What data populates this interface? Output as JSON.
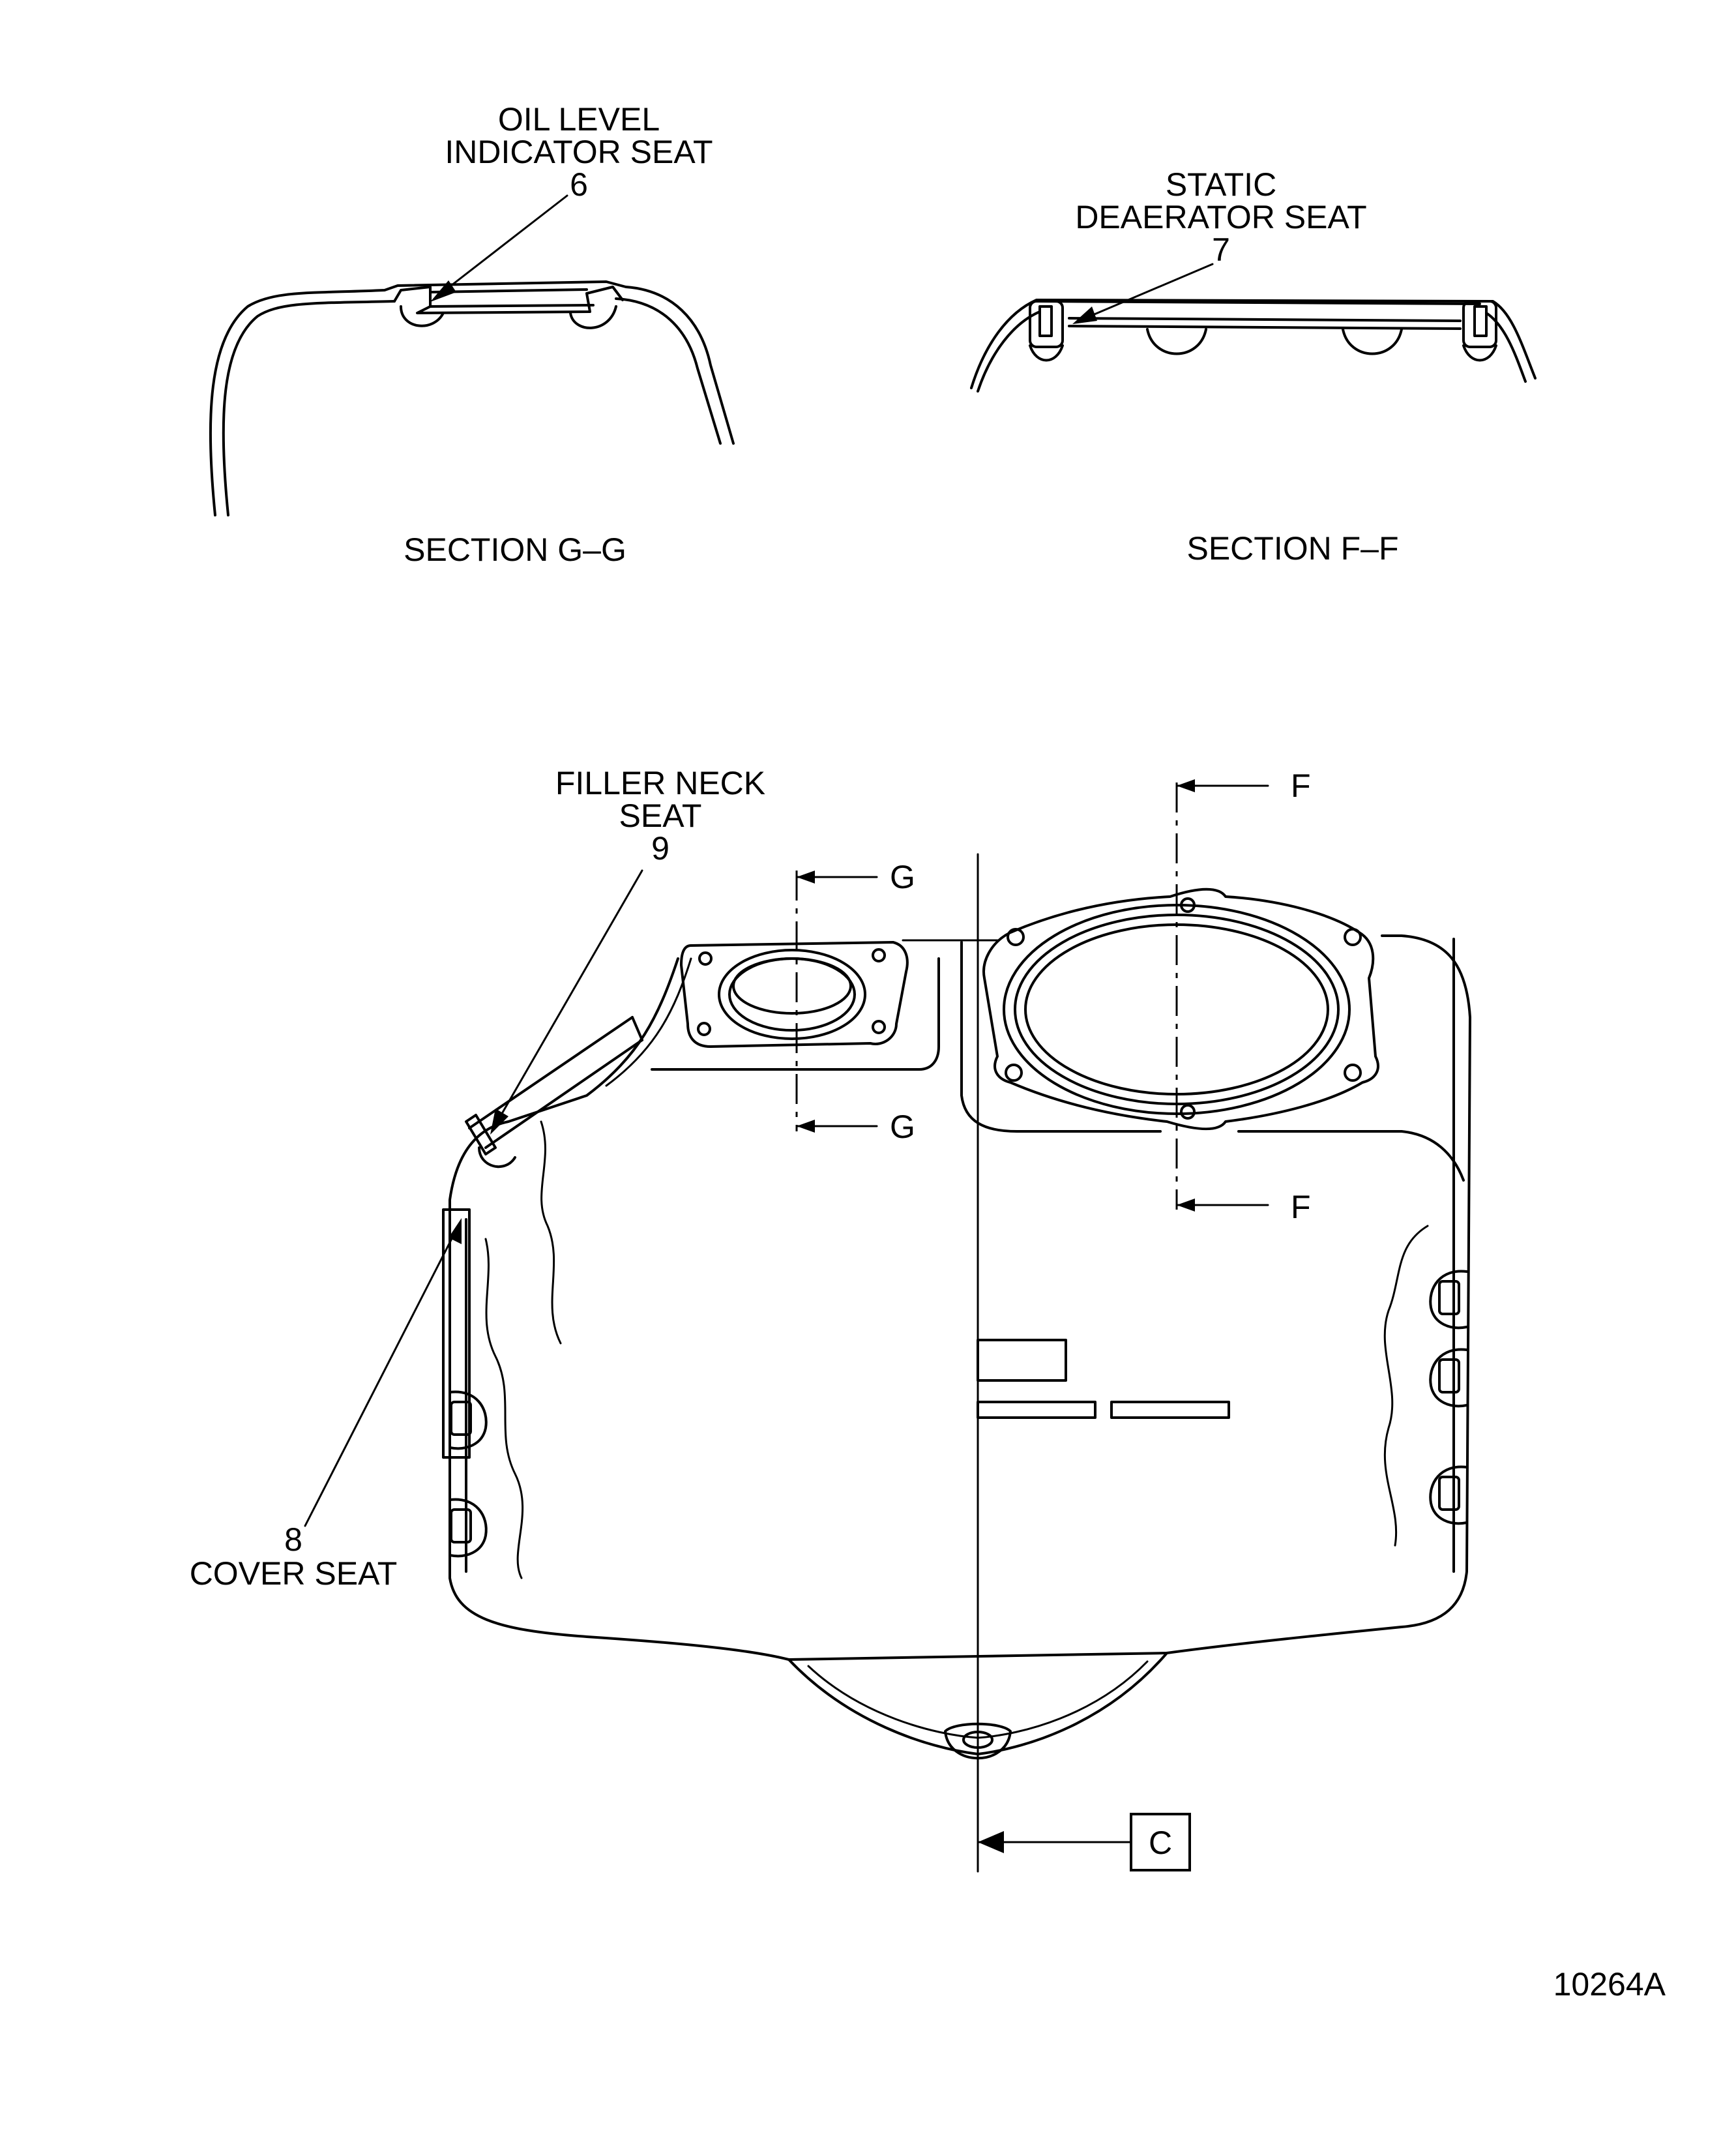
{
  "labels": {
    "oil_level_1": "OIL LEVEL",
    "oil_level_2": "INDICATOR SEAT",
    "oil_level_num": "6",
    "static_1": "STATIC",
    "static_2": "DEAERATOR SEAT",
    "static_num": "7",
    "section_g": "SECTION  G–G",
    "section_f": "SECTION  F–F",
    "filler_1": "FILLER NECK",
    "filler_2": "SEAT",
    "filler_num": "9",
    "cover_num": "8",
    "cover_1": "COVER SEAT",
    "cut_g_top": "G",
    "cut_g_bottom": "G",
    "cut_f_top": "F",
    "cut_f_bottom": "F",
    "datum": "C",
    "figure_id": "10264A"
  }
}
